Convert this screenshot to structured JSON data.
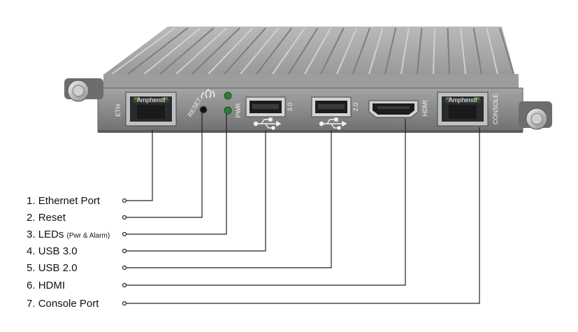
{
  "panel": {
    "eth_label": "ETH",
    "reset_label": "RESET",
    "pwr_label": "PWR",
    "usb3_label": "3.0",
    "usb2_label": "2.0",
    "hdmi_label": "HDMI",
    "console_label": "CONSOLE",
    "rj45_brand": "Amphenol"
  },
  "legend": [
    {
      "number": "1.",
      "label": "Ethernet Port",
      "note": ""
    },
    {
      "number": "2.",
      "label": "Reset",
      "note": ""
    },
    {
      "number": "3.",
      "label": "LEDs",
      "note": "(Pwr & Alarm)"
    },
    {
      "number": "4.",
      "label": "USB 3.0",
      "note": ""
    },
    {
      "number": "5.",
      "label": "USB 2.0",
      "note": ""
    },
    {
      "number": "6.",
      "label": "HDMI",
      "note": ""
    },
    {
      "number": "7.",
      "label": "Console Port",
      "note": ""
    }
  ],
  "colors": {
    "chassis_top": "#a9aaac",
    "chassis_dark": "#6d6e70",
    "front_panel": "#8b8c8e",
    "leader_line": "#222222",
    "led_green": "#2e7d32"
  }
}
